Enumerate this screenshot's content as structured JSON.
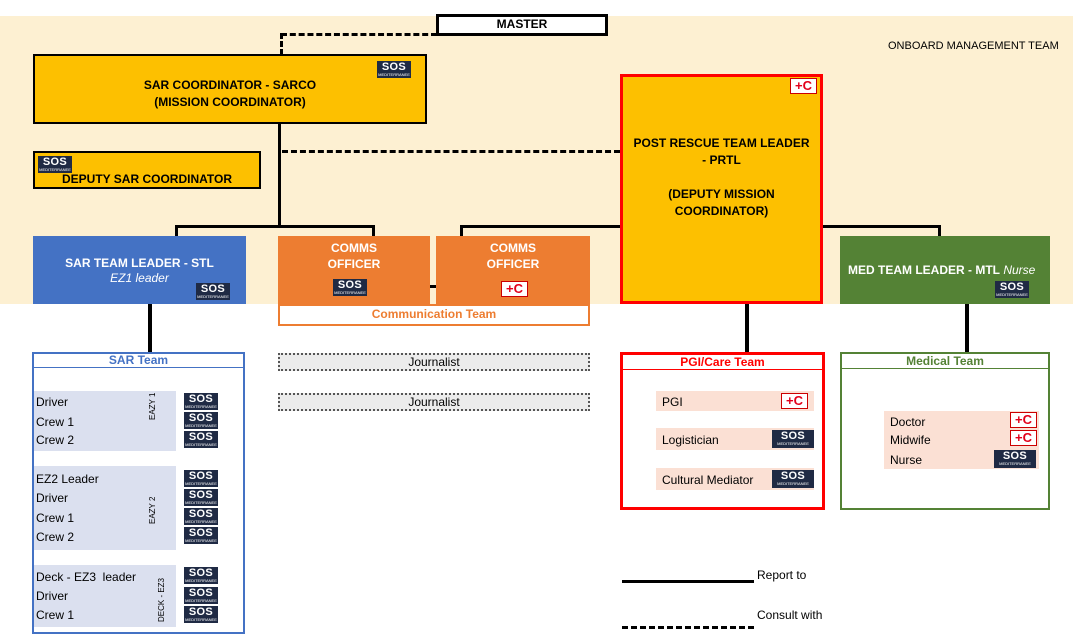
{
  "master": "MASTER",
  "onboard_team": "ONBOARD MANAGEMENT TEAM",
  "sarco": {
    "line1": "SAR COORDINATOR - SARCO",
    "line2": "(MISSION COORDINATOR)"
  },
  "deputy_sar": "DEPUTY SAR COORDINATOR",
  "prtl": {
    "line1": "POST RESCUE TEAM LEADER",
    "line2": "- PRTL",
    "line3": "(DEPUTY MISSION",
    "line4": "COORDINATOR)"
  },
  "stl": {
    "line1": "SAR TEAM LEADER - STL",
    "line2": "EZ1 leader"
  },
  "comms1": {
    "line1": "COMMS",
    "line2": "OFFICER"
  },
  "comms2": {
    "line1": "COMMS",
    "line2": "OFFICER"
  },
  "comm_team": "Communication Team",
  "mtl": {
    "label": "MED TEAM LEADER - MTL",
    "suffix": "Nurse"
  },
  "sar_team": {
    "title": "SAR Team",
    "eazy1": {
      "tag": "EAZY 1",
      "members": [
        "Driver",
        "Crew 1",
        "Crew 2"
      ]
    },
    "eazy2": {
      "tag": "EAZY 2",
      "members": [
        "EZ2 Leader",
        "Driver",
        "Crew 1",
        "Crew 2"
      ]
    },
    "deck": {
      "tag": "DECK - EZ3",
      "members": [
        "Deck - EZ3  leader",
        "Driver",
        "Crew 1"
      ]
    }
  },
  "journalists": [
    "Journalist",
    "Journalist"
  ],
  "pgi_team": {
    "title": "PGI/Care Team",
    "members": [
      "PGI",
      "Logistician",
      "Cultural Mediator"
    ]
  },
  "medical_team": {
    "title": "Medical Team",
    "members": [
      "Doctor",
      "Midwife",
      "Nurse"
    ]
  },
  "legend": {
    "report": "Report to",
    "consult": "Consult with"
  },
  "logos": {
    "sos_text": "SOS",
    "sos_sub": "MEDITERRANEE",
    "redcross_plus": "+",
    "redcross_crescent": "C"
  },
  "colors": {
    "sar_yellow": "#fdc000",
    "sar_blue": "#4472c4",
    "comms_orange": "#ed7d31",
    "prtl_red": "#ff0000",
    "med_green": "#548235",
    "band": "#fdf0d2"
  }
}
